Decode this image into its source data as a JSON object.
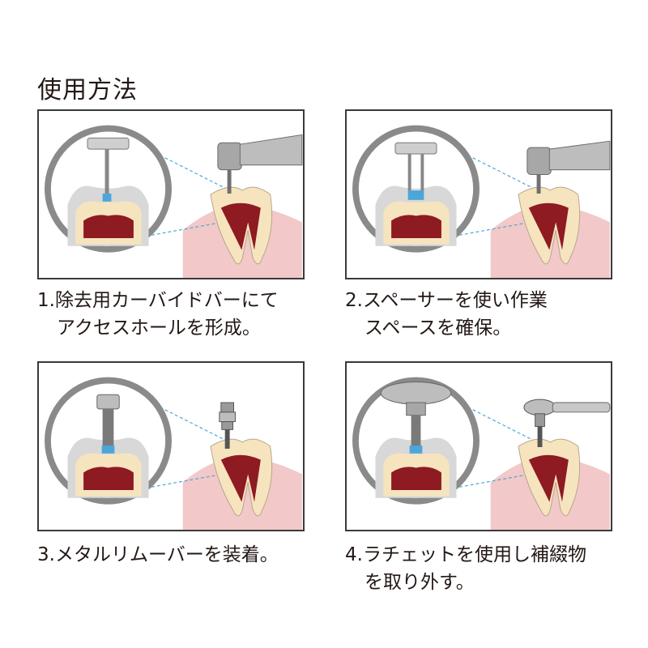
{
  "page_title": "使用方法",
  "steps": [
    {
      "number": "1.",
      "line1": "除去用カーバイドバーにて",
      "line2": "アクセスホールを形成。",
      "tool": "carbide-bur"
    },
    {
      "number": "2.",
      "line1": "スペーサーを使い作業",
      "line2": "スペースを確保。",
      "tool": "spacer"
    },
    {
      "number": "3.",
      "line1": "メタルリムーバーを装着。",
      "line2": "",
      "tool": "metal-remover"
    },
    {
      "number": "4.",
      "line1": "ラチェットを使用し補綴物",
      "line2": "を取り外す。",
      "tool": "ratchet"
    }
  ],
  "colors": {
    "gum": "#e7a7a8",
    "pulp": "#8e1a22",
    "dentin": "#f6e4bf",
    "enamel": "#f9f9f9",
    "metal": "#9a9a9a",
    "blue": "#4aa7d8"
  }
}
